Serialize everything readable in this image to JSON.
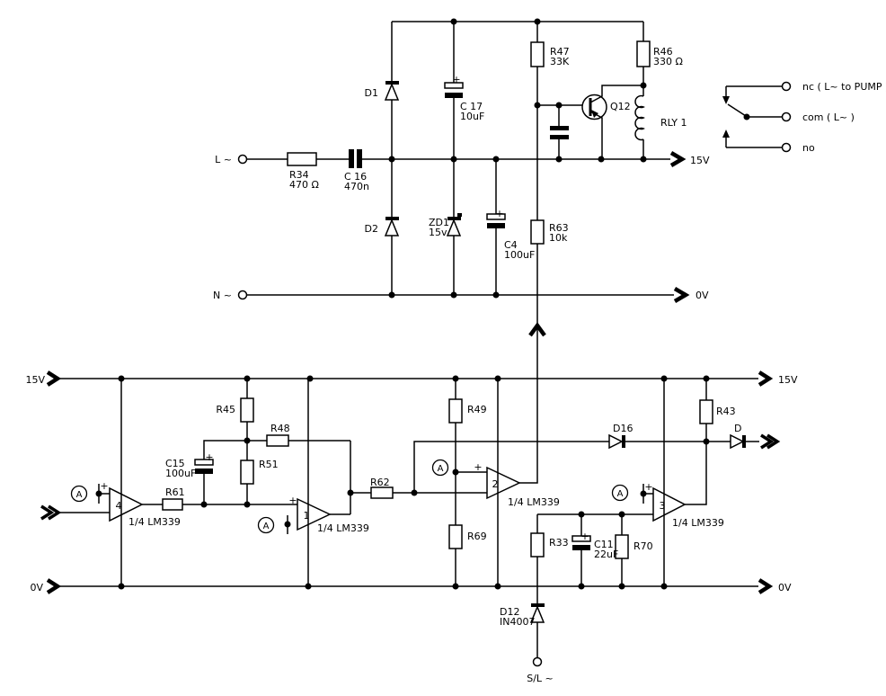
{
  "rails": {
    "v15": "15V",
    "v0": "0V"
  },
  "terminals": {
    "live": "L ~",
    "neutral": "N ~",
    "sense": "S/L ~"
  },
  "relay_contacts": {
    "nc": "nc (  L~ to PUMP )",
    "com": "com ( L~ )",
    "no": "no"
  },
  "net": {
    "a": "A"
  },
  "sym": {
    "plus": "+"
  },
  "components": {
    "r34": {
      "ref": "R34",
      "value": "470 Ω"
    },
    "c16": {
      "ref": "C 16",
      "value": "470n"
    },
    "d1": {
      "ref": "D1"
    },
    "d2": {
      "ref": "D2"
    },
    "zd1": {
      "ref": "ZD1",
      "value": "15v"
    },
    "c17": {
      "ref": "C 17",
      "value": "10uF"
    },
    "c4": {
      "ref": "C4",
      "value": "100uF"
    },
    "r47": {
      "ref": "R47",
      "value": "33K"
    },
    "r46": {
      "ref": "R46",
      "value": "330 Ω"
    },
    "r63": {
      "ref": "R63",
      "value": "10k"
    },
    "q12": {
      "ref": "Q12"
    },
    "rly1": {
      "ref": "RLY 1"
    },
    "r45": {
      "ref": "R45"
    },
    "r48": {
      "ref": "R48"
    },
    "r51": {
      "ref": "R51"
    },
    "c15": {
      "ref": "C15",
      "value": "100uF"
    },
    "r61": {
      "ref": "R61"
    },
    "r62": {
      "ref": "R62"
    },
    "r49": {
      "ref": "R49"
    },
    "r69": {
      "ref": "R69"
    },
    "d16": {
      "ref": "D16"
    },
    "r43": {
      "ref": "R43"
    },
    "d_out": {
      "ref": "D"
    },
    "r33": {
      "ref": "R33"
    },
    "c11": {
      "ref": "C11",
      "value": "22uF"
    },
    "r70": {
      "ref": "R70"
    },
    "d12": {
      "ref": "D12",
      "value": "IN4007"
    }
  },
  "opamps": {
    "u4": {
      "num": "4",
      "part": "1/4 LM339"
    },
    "u1": {
      "num": "1",
      "part": "1/4 LM339"
    },
    "u2": {
      "num": "2",
      "part": "1/4 LM339"
    },
    "u3": {
      "num": "3",
      "part": "1/4 LM339"
    }
  }
}
